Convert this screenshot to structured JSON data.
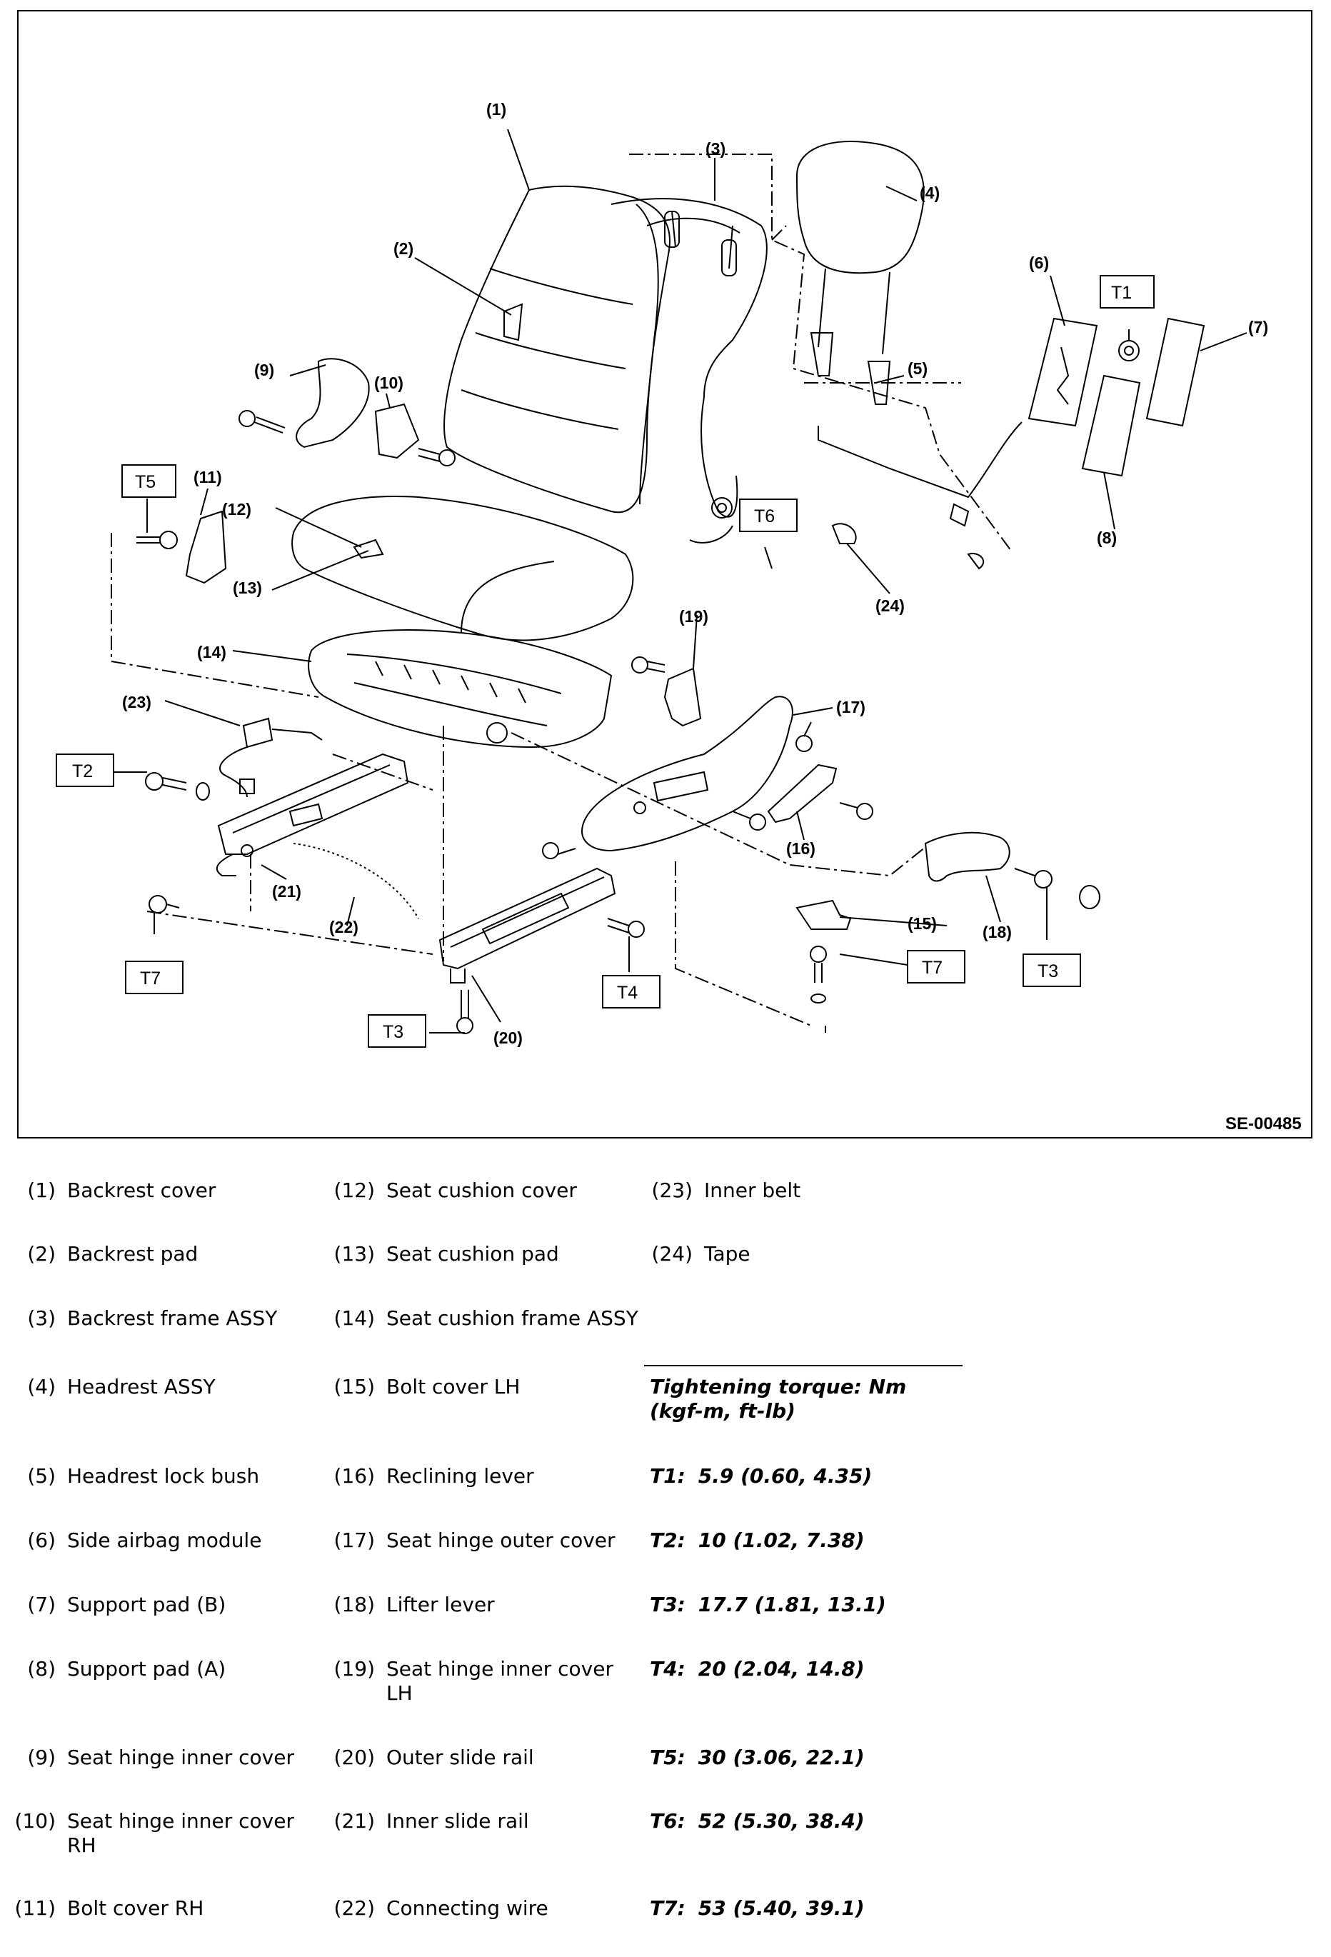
{
  "diagram": {
    "code": "SE-00485",
    "callouts": [
      "(1)",
      "(2)",
      "(3)",
      "(4)",
      "(5)",
      "(6)",
      "(7)",
      "(8)",
      "(9)",
      "(10)",
      "(11)",
      "(12)",
      "(13)",
      "(14)",
      "(15)",
      "(16)",
      "(17)",
      "(18)",
      "(19)",
      "(20)",
      "(21)",
      "(22)",
      "(23)",
      "(24)"
    ],
    "torque_boxes": [
      "T1",
      "T2",
      "T3",
      "T3",
      "T4",
      "T5",
      "T6",
      "T7",
      "T7"
    ]
  },
  "legend": {
    "col1": [
      {
        "num": "(1)",
        "text": "Backrest cover"
      },
      {
        "num": "(2)",
        "text": "Backrest pad"
      },
      {
        "num": "(3)",
        "text": "Backrest frame ASSY"
      },
      {
        "num": "(4)",
        "text": "Headrest ASSY"
      },
      {
        "num": "(5)",
        "text": "Headrest lock bush"
      },
      {
        "num": "(6)",
        "text": "Side airbag module"
      },
      {
        "num": "(7)",
        "text": "Support pad (B)"
      },
      {
        "num": "(8)",
        "text": "Support pad (A)"
      },
      {
        "num": "(9)",
        "text": "Seat hinge inner cover"
      },
      {
        "num": "(10)",
        "text": "Seat hinge inner cover RH"
      },
      {
        "num": "(11)",
        "text": "Bolt cover RH"
      }
    ],
    "col2": [
      {
        "num": "(12)",
        "text": "Seat cushion cover"
      },
      {
        "num": "(13)",
        "text": "Seat cushion pad"
      },
      {
        "num": "(14)",
        "text": "Seat cushion frame ASSY"
      },
      {
        "num": "(15)",
        "text": "Bolt cover LH"
      },
      {
        "num": "(16)",
        "text": "Reclining lever"
      },
      {
        "num": "(17)",
        "text": "Seat hinge outer cover"
      },
      {
        "num": "(18)",
        "text": "Lifter lever"
      },
      {
        "num": "(19)",
        "text": "Seat hinge inner cover LH"
      },
      {
        "num": "(20)",
        "text": "Outer slide rail"
      },
      {
        "num": "(21)",
        "text": "Inner slide rail"
      },
      {
        "num": "(22)",
        "text": "Connecting wire"
      }
    ],
    "col3": [
      {
        "num": "(23)",
        "text": "Inner belt"
      },
      {
        "num": "(24)",
        "text": "Tape"
      }
    ]
  },
  "torque": {
    "title": "Tightening torque: Nm (kgf-m, ft-lb)",
    "items": [
      {
        "code": "T1:",
        "value": "5.9 (0.60, 4.35)"
      },
      {
        "code": "T2:",
        "value": "10 (1.02, 7.38)"
      },
      {
        "code": "T3:",
        "value": "17.7 (1.81, 13.1)"
      },
      {
        "code": "T4:",
        "value": "20 (2.04, 14.8)"
      },
      {
        "code": "T5:",
        "value": "30 (3.06, 22.1)"
      },
      {
        "code": "T6:",
        "value": "52 (5.30, 38.4)"
      },
      {
        "code": "T7:",
        "value": "53 (5.40, 39.1)"
      }
    ]
  }
}
